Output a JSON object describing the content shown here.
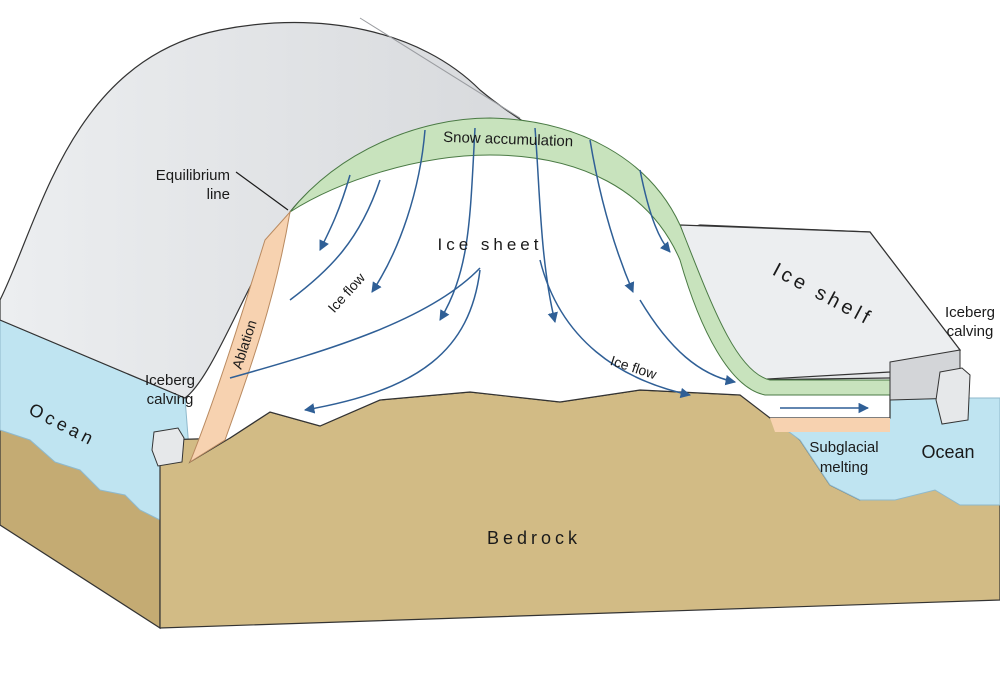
{
  "labels": {
    "equilibrium_line_1": "Equilibrium",
    "equilibrium_line_2": "line",
    "snow_accumulation": "Snow accumulation",
    "ice_sheet": "Ice sheet",
    "ice_shelf": "Ice shelf",
    "ice_flow_left": "Ice flow",
    "ice_flow_right": "Ice flow",
    "ablation": "Ablation",
    "iceberg_calving_left_1": "Iceberg",
    "iceberg_calving_left_2": "calving",
    "iceberg_calving_right_1": "Iceberg",
    "iceberg_calving_right_2": "calving",
    "ocean_left": "Ocean",
    "ocean_right": "Ocean",
    "subglacial_melting_1": "Subglacial",
    "subglacial_melting_2": "melting",
    "bedrock": "Bedrock"
  },
  "colors": {
    "ice_top": "#e2e4e7",
    "ice_cross_section": "#ffffff",
    "snow_accumulation": "#c8e3bd",
    "ablation": "#f7d2b0",
    "ocean": "#bfe4f1",
    "bedrock_top": "#dcc690",
    "bedrock_front": "#d2bb85",
    "bedrock_side": "#c4ab73",
    "flow_arrows": "#2f5f96",
    "outline": "#333333"
  }
}
